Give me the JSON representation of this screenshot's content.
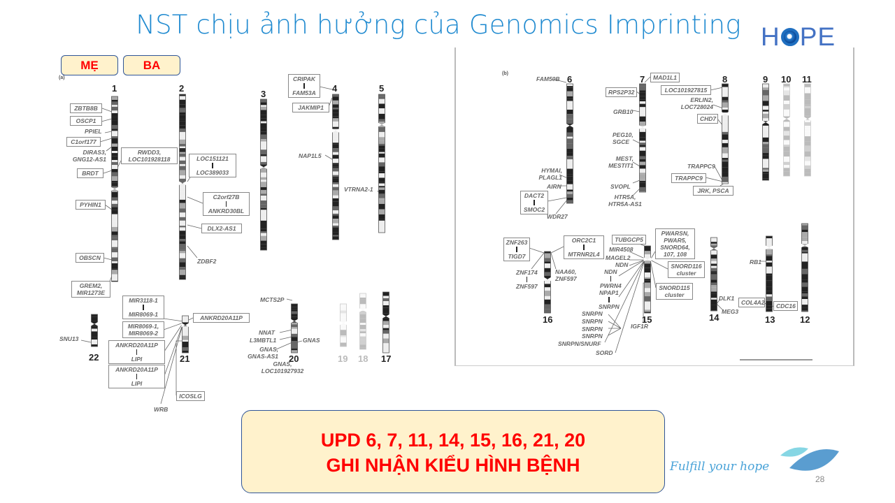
{
  "slide": {
    "title": "NST chịu ảnh hưởng của Genomics Imprinting",
    "logo": {
      "left": "H",
      "right": "PE"
    },
    "tagline": "Fulfill your hope",
    "page_number": "28"
  },
  "tags": {
    "mother": "MẸ",
    "father": "BA"
  },
  "callout": {
    "line1": "UPD 6, 7, 11, 14, 15, 16, 21, 20",
    "line2": "GHI NHẬN KIỂU HÌNH BỆNH"
  },
  "panel_a": {
    "label": "(a)",
    "chromosome_numbers": [
      "1",
      "2",
      "3",
      "4",
      "5",
      "22",
      "21",
      "20",
      "19",
      "18",
      "17"
    ],
    "genes": [
      "ZBTB8B",
      "OSCP1",
      "PPIEL",
      "C1orf177",
      "DIRAS3,\nGNG12-AS1",
      "RWDD3,\nLOC101928118",
      "BRDT",
      "PYHIN1",
      "OBSCN",
      "GREM2,\nMIR1273E",
      "DLX2-AS1",
      "ZDBF2",
      "JAKMIP1",
      "NAP1L5",
      "VTRNA2-1",
      "SNU13",
      "MIR8069-1,\nMIR8069-2",
      "ANKRD20A11P",
      "ICOSLG",
      "WRB",
      "MCTS2P",
      "NNAT",
      "L3MBTL1",
      "GNAS",
      "GNAS,\nGNAS-AS1",
      "GNAS,\nLOC101927932"
    ],
    "gene_ranges": [
      {
        "from": "LOC151121",
        "to": "LOC389033"
      },
      {
        "from": "C2orf27B",
        "to": "ANKRD30BL"
      },
      {
        "from": "CRIPAK",
        "to": "FAM53A"
      },
      {
        "from": "MIR3118-1",
        "to": "MIR8069-1"
      },
      {
        "from": "ANKRD20A11P",
        "to": "LIPI"
      },
      {
        "from": "ANKRD20A11P",
        "to": "LIPI"
      }
    ]
  },
  "panel_b": {
    "label": "(b)",
    "chromosome_numbers": [
      "6",
      "7",
      "8",
      "9",
      "10",
      "11",
      "16",
      "15",
      "14",
      "13",
      "12"
    ],
    "genes": [
      "FAM50B",
      "HYMAI,\nPLAGL1",
      "AIRN",
      "WDR27",
      "MAD1L1",
      "RPS2P32",
      "GRB10",
      "PEG10,\nSGCE",
      "MEST,\nMESTIT1",
      "SVOPL",
      "HTR5A,\nHTR5A-AS1",
      "LOC101927815",
      "ERLIN2,\nLOC728024",
      "CHD7",
      "TRAPPC9",
      "TRAPPC9",
      "JRK, PSCA",
      "NAA60,\nZNF597",
      "TUBGCP5",
      "MIR4508",
      "MAGEL2",
      "NDN",
      "SNRPN",
      "SNRPN",
      "SNRPN",
      "SNRPN",
      "SNRPN/SNURF",
      "SORD",
      "IGF1R",
      "PWARSN,\nPWAR5,\nSNORD64,\n107, 108",
      "SNORD116\ncluster",
      "SNORD115\ncluster",
      "DLK1",
      "MEG3",
      "RB1",
      "COL4A2",
      "CDC16"
    ],
    "gene_ranges": [
      {
        "from": "DACT2",
        "to": "SMOC2"
      },
      {
        "from": "ZNF263",
        "to": "TIGD7"
      },
      {
        "from": "ORC2C1",
        "to": "MTRNR2L4"
      },
      {
        "from": "ZNF174",
        "to": "ZNF597"
      },
      {
        "from": "NDN",
        "to": "PWRN4"
      },
      {
        "from": "NPAP1",
        "to": "SNRPN"
      }
    ]
  },
  "colors": {
    "title": "#1f8ad0",
    "callout_bg": "#fff2cc",
    "callout_text": "#ff0000",
    "border": "#2f5597"
  }
}
